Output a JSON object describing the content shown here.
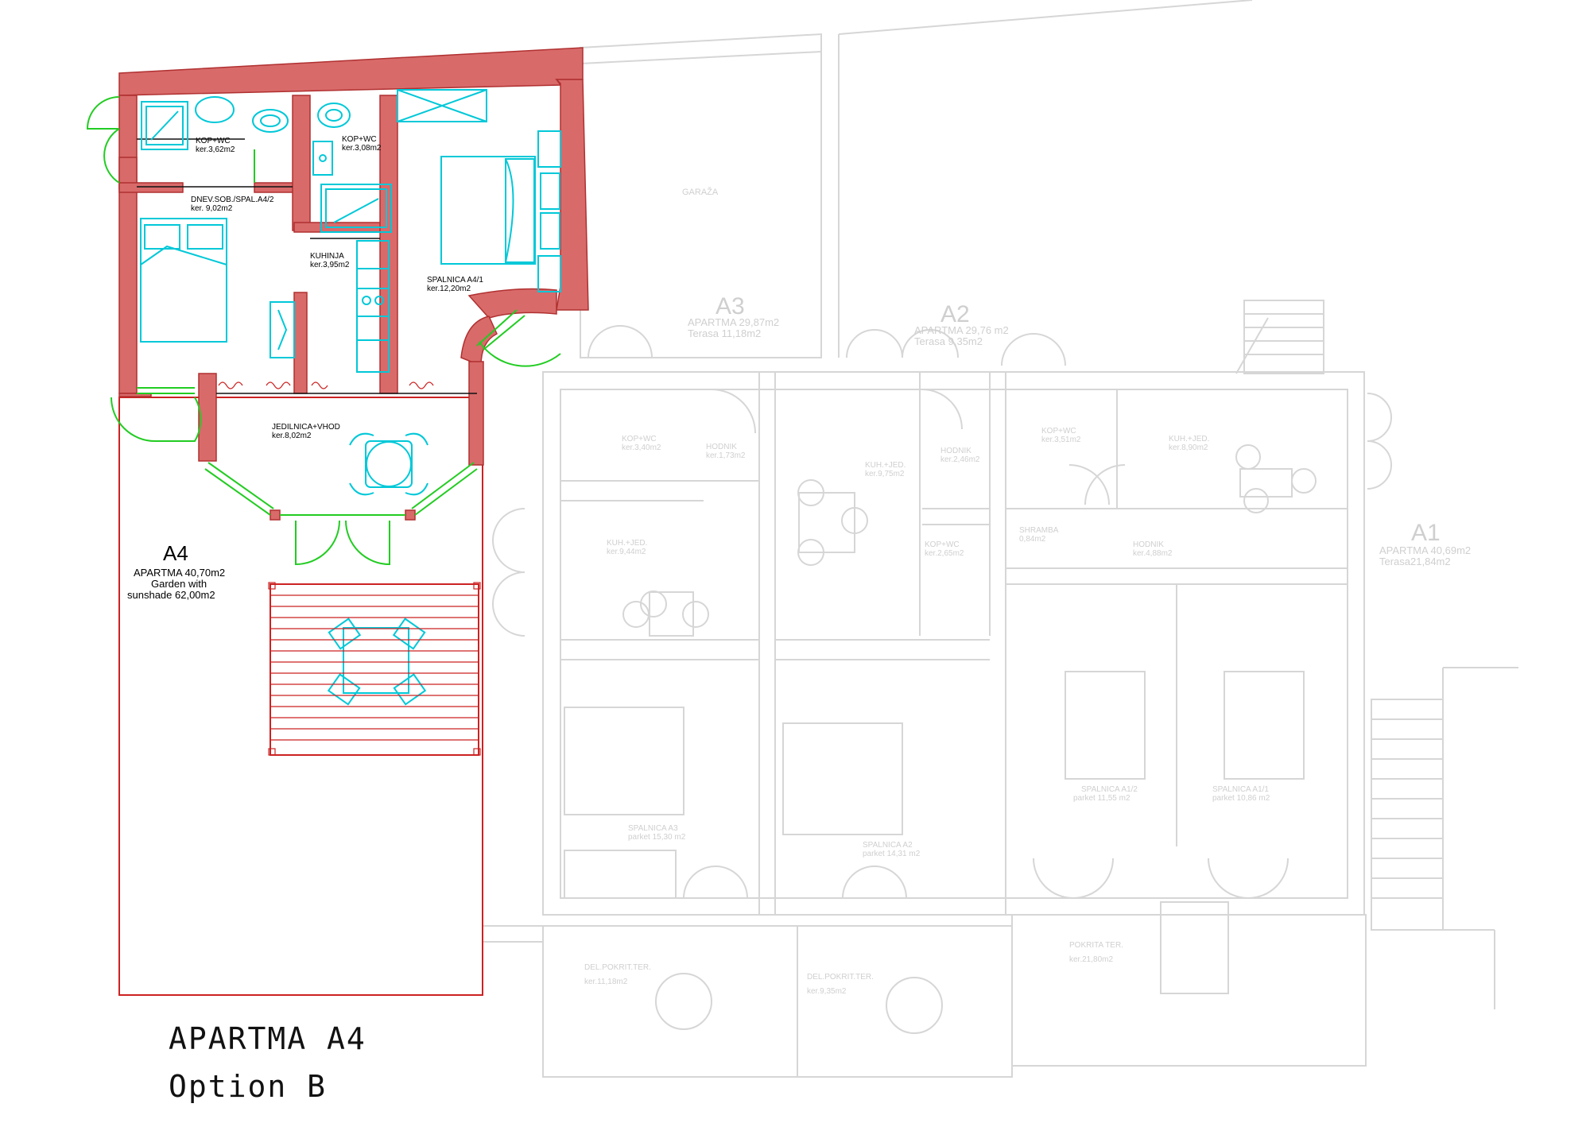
{
  "colors": {
    "wall": "#d96a6a",
    "outline": "#cc2222",
    "fixture": "#00c8d8",
    "door": "#22cc22",
    "ghost": "#d6d6d6",
    "ghost_text": "#cfcfcf",
    "text": "#111111"
  },
  "caption": {
    "line1": "APARTMA  A4",
    "line2": "Option  B"
  },
  "a4": {
    "rooms": {
      "kop1": {
        "name": "KOP+WC",
        "area": "ker.3,62m2"
      },
      "kop2": {
        "name": "KOP+WC",
        "area": "ker.3,08m2"
      },
      "dnev": {
        "name": "DNEV.SOB./SPAL.A4/2",
        "area": "ker.  9,02m2"
      },
      "kuh": {
        "name": "KUHINJA",
        "area": "ker.3,95m2"
      },
      "spal": {
        "name": "SPALNICA A4/1",
        "area": "ker.12,20m2"
      },
      "jed": {
        "name": "JEDILNICA+VHOD",
        "area": "ker.8,02m2"
      }
    },
    "label": {
      "code": "A4",
      "l1": "APARTMA  40,70m2",
      "l2": "Garden  with",
      "l3": "sunshade  62,00m2"
    }
  },
  "ghost": {
    "garaza": "GARAŽA",
    "a3": {
      "code": "A3",
      "l1": "APARTMA  29,87m2",
      "l2": "Terasa  11,18m2"
    },
    "a2": {
      "code": "A2",
      "l1": "APARTMA  29,76  m2",
      "l2": "Terasa  9,35m2"
    },
    "a1": {
      "code": "A1",
      "l1": "APARTMA  40,69m2",
      "l2": "Terasa21,84m2"
    },
    "rooms": {
      "kop_a3": {
        "name": "KOP+WC",
        "area": "ker.3,40m2"
      },
      "hod_a3": {
        "name": "HODNIK",
        "area": "ker.1,73m2"
      },
      "kuh_a3": {
        "name": "KUH.+JED.",
        "area": "ker.9,44m2"
      },
      "kuh_a2": {
        "name": "KUH.+JED.",
        "area": "ker.9,75m2"
      },
      "hod_a2": {
        "name": "HODNIK",
        "area": "ker.2,46m2"
      },
      "kop_a2": {
        "name": "KOP+WC",
        "area": "ker.2,65m2"
      },
      "kop_a1": {
        "name": "KOP+WC",
        "area": "ker.3,51m2"
      },
      "kuh_a1": {
        "name": "KUH.+JED.",
        "area": "ker.8,90m2"
      },
      "shramba": {
        "name": "SHRAMBA",
        "area": "0,84m2"
      },
      "hod_a1": {
        "name": "HODNIK",
        "area": "ker.4,88m2"
      },
      "spal_a3": {
        "name": "SPALNICA A3",
        "area": "parket  15,30  m2"
      },
      "spal_a2": {
        "name": "SPALNICA A2",
        "area": "parket  14,31  m2"
      },
      "spal_a12": {
        "name": "SPALNICA A1/2",
        "area": "parket  11,55  m2"
      },
      "spal_a11": {
        "name": "SPALNICA A1/1",
        "area": "parket  10,86  m2"
      },
      "ter_a3": {
        "name": "DEL.POKRIT.TER.",
        "area": "ker.11,18m2"
      },
      "ter_a2": {
        "name": "DEL.POKRIT.TER.",
        "area": "ker.9,35m2"
      },
      "ter_a1": {
        "name": "POKRITA  TER.",
        "area": "ker.21,80m2"
      }
    }
  }
}
